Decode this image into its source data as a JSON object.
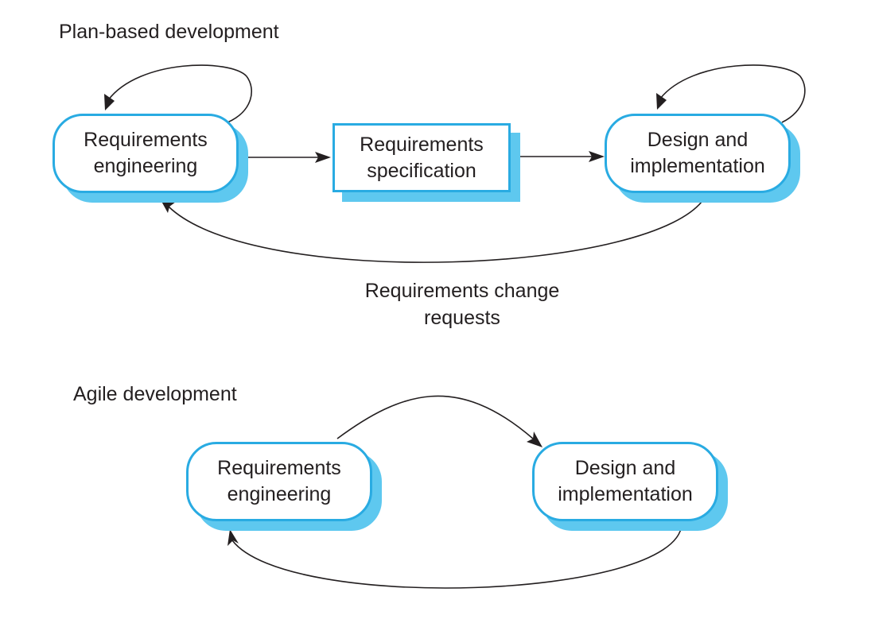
{
  "plan": {
    "title": "Plan-based development",
    "nodes": {
      "req_eng": "Requirements\nengineering",
      "req_spec": "Requirements\nspecification",
      "design": "Design and\nimplementation"
    },
    "change_label": "Requirements change\nrequests"
  },
  "agile": {
    "title": "Agile development",
    "nodes": {
      "req_eng": "Requirements\nengineering",
      "design": "Design and\nimplementation"
    }
  },
  "colors": {
    "border": "#29abe2",
    "shadow": "#5ec8ef",
    "text": "#231f20"
  }
}
